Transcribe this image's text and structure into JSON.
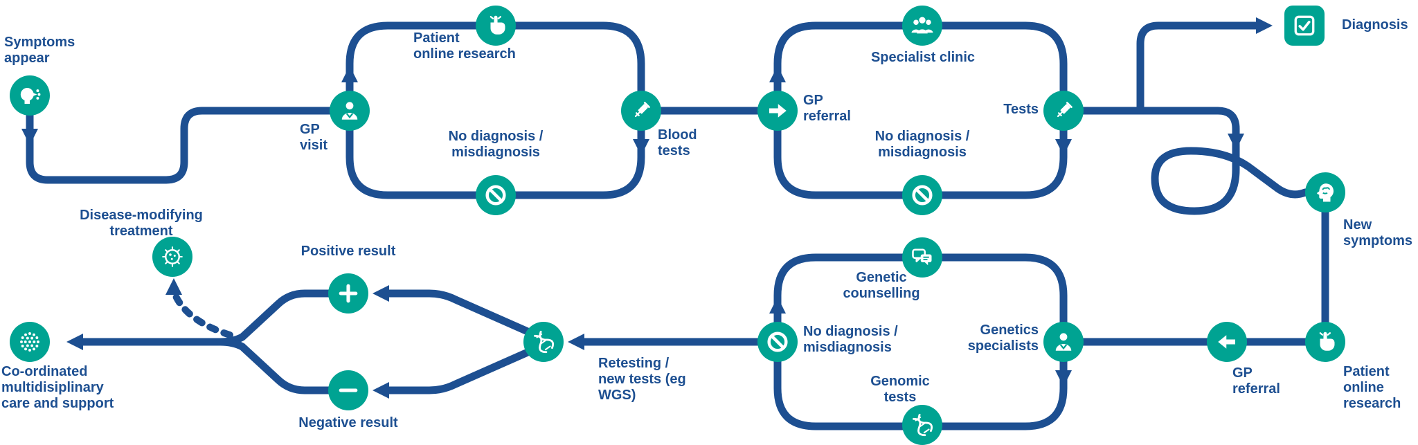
{
  "colors": {
    "line": "#1D4F91",
    "teal": "#00A392"
  },
  "labels": {
    "symptoms": "Symptoms\nappear",
    "gp_visit": "GP\nvisit",
    "online_research_1": "Patient\nonline research",
    "no_diagnosis_1": "No diagnosis /\nmisdiagnosis",
    "blood_tests": "Blood\ntests",
    "gp_referral_1": "GP\nreferral",
    "specialist_clinic": "Specialist clinic",
    "no_diagnosis_2": "No diagnosis /\nmisdiagnosis",
    "tests": "Tests",
    "diagnosis": "Diagnosis",
    "new_symptoms": "New\nsymptoms",
    "online_research_2": "Patient\nonline\nresearch",
    "gp_referral_2": "GP\nreferral",
    "genetic_counselling": "Genetic\ncounselling",
    "no_diagnosis_3": "No diagnosis /\nmisdiagnosis",
    "genetics_specialists": "Genetics\nspecialists",
    "genomic_tests": "Genomic\ntests",
    "retesting": "Retesting /\nnew tests (eg\nWGS)",
    "positive_result": "Positive result",
    "negative_result": "Negative result",
    "treatment": "Disease-modifying\ntreatment",
    "coordinated": "Co-ordinated\nmultidisiplinary\ncare and support"
  },
  "icons": {
    "symptoms": "sneezing-head-icon",
    "gp_visit": "doctor-icon",
    "online_research": "click-hand-icon",
    "no_diagnosis": "prohibition-icon",
    "blood_tests": "syringe-icon",
    "gp_referral_forward": "arrow-right-icon",
    "specialist_clinic": "people-icon",
    "tests": "syringe-icon",
    "diagnosis": "checkbox-icon",
    "new_symptoms": "brain-head-icon",
    "gp_referral_back": "arrow-left-icon",
    "genetic_counselling": "speech-bubbles-icon",
    "genetics_specialists": "doctor-icon",
    "genomic_tests": "dna-icon",
    "retesting": "dna-icon",
    "positive_result": "plus-icon",
    "negative_result": "minus-icon",
    "treatment": "molecule-icon",
    "coordinated_care": "dot-cluster-icon"
  }
}
